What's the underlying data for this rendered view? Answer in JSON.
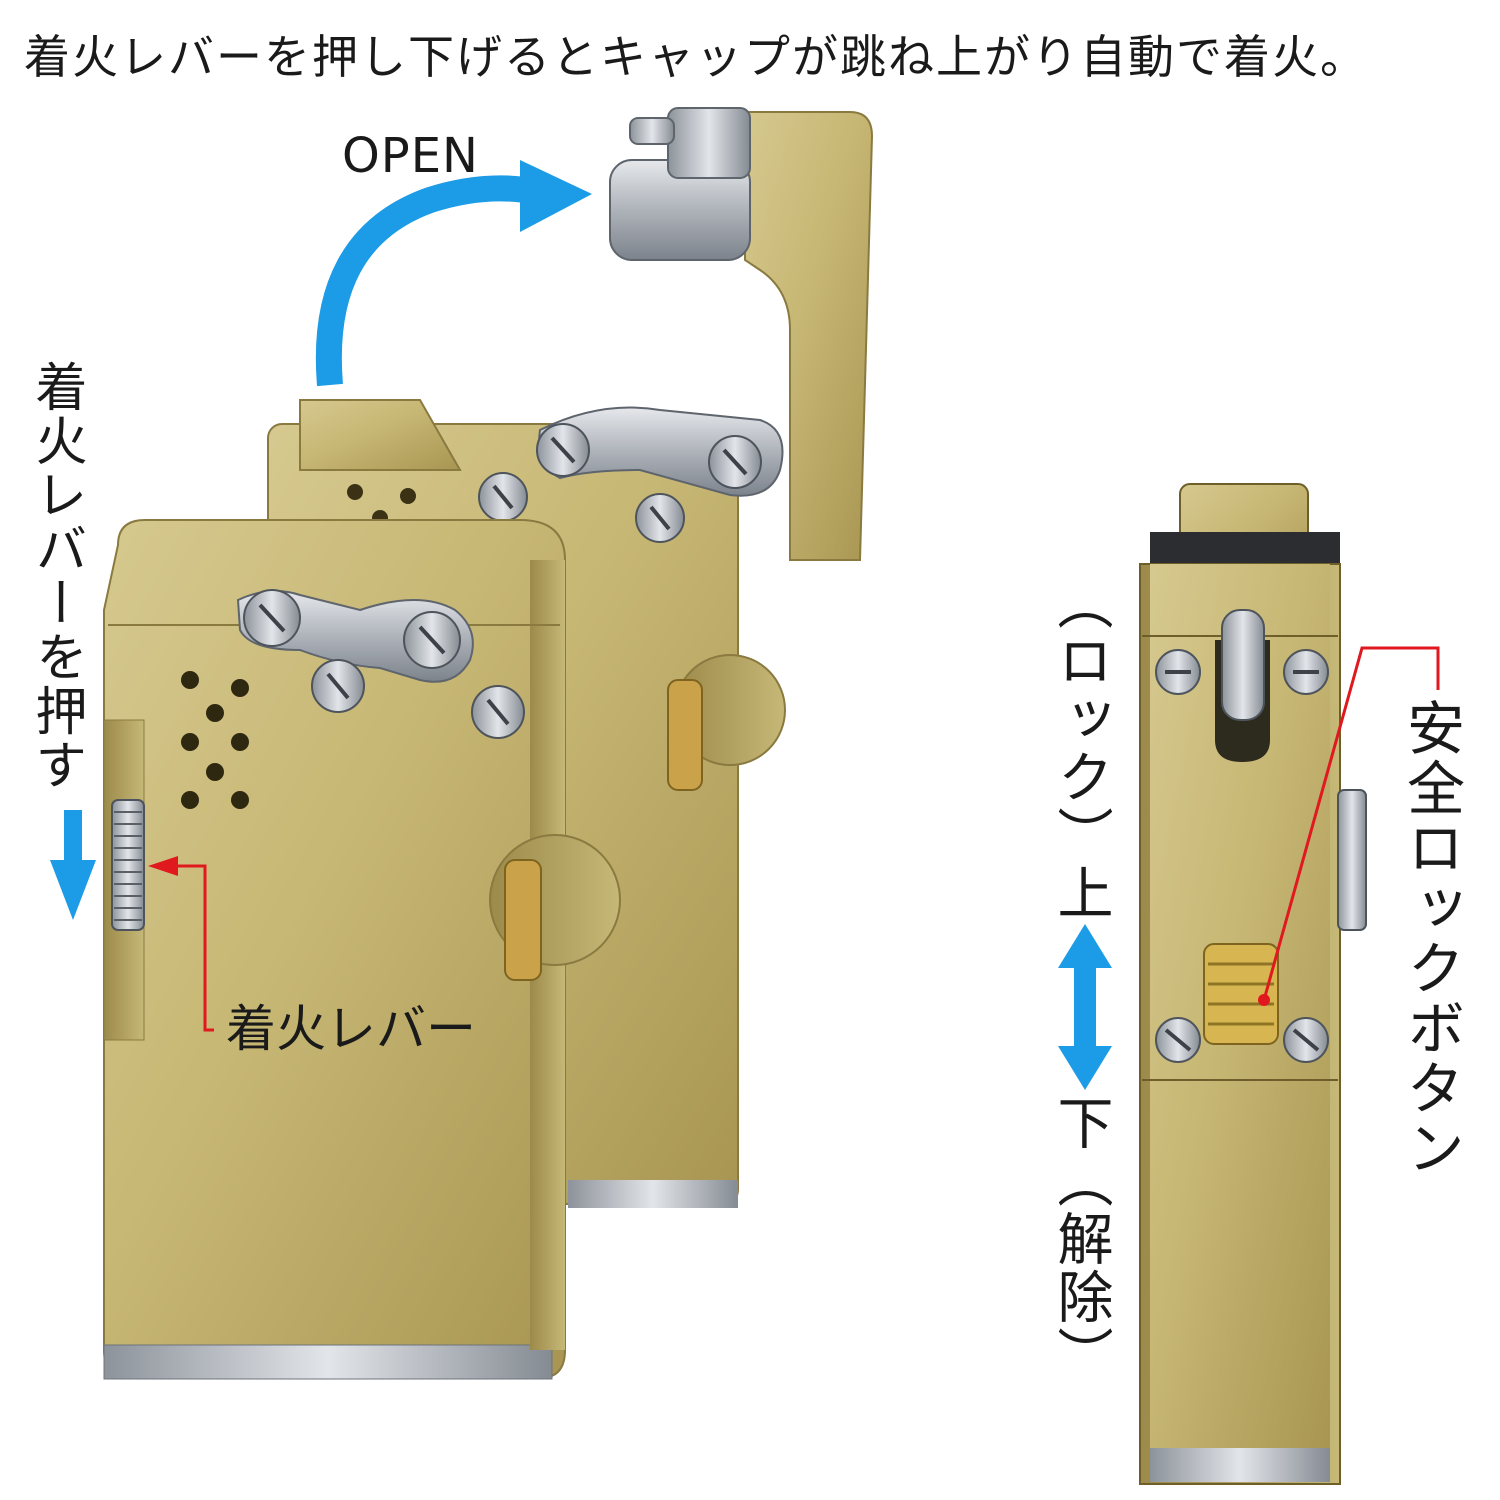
{
  "headline": "着火レバーを押し下げるとキャップが跳ね上がり自動で着火。",
  "open_label": "OPEN",
  "press_label": "着火レバーを押す",
  "lever_label": "着火レバー",
  "lock_label": "（ロック）上",
  "release_label": "下（解除）",
  "safety_label": "安全ロックボタン",
  "colors": {
    "arrow_blue": "#1c9be6",
    "callout_red": "#e0191f",
    "brass": "#c2b06a",
    "steel": "#b8bcc2"
  }
}
